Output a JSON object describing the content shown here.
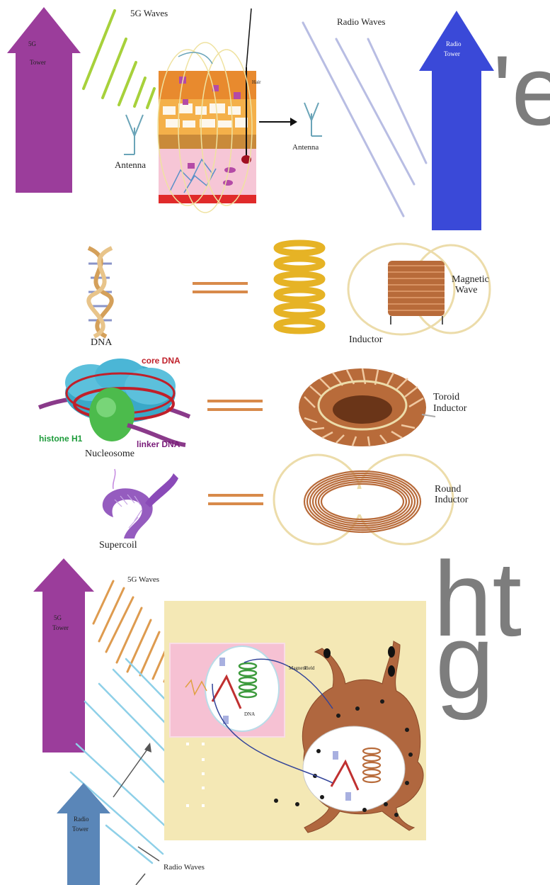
{
  "top": {
    "tower_5g": [
      "5G",
      "Tower"
    ],
    "waves_5g": "5G Waves",
    "antenna_left": "Antenna",
    "antenna_right": "Antenna",
    "radio_waves": "Radio Waves",
    "radio_tower": [
      "Radio",
      "Tower"
    ],
    "hair": "Hair"
  },
  "middle": {
    "dna": "DNA",
    "inductor": "Inductor",
    "magnetic_wave": [
      "Magnetic",
      "Wave"
    ],
    "core_dna": "core DNA",
    "histone": "histone H1",
    "linker_dna": "linker DNA",
    "nucleosome": "Nucleosome",
    "toroid": [
      "Toroid",
      "Inductor"
    ],
    "supercoil": "Supercoil",
    "round": [
      "Round",
      "Inductor"
    ]
  },
  "bottom": {
    "tower_5g": [
      "5G",
      "Tower"
    ],
    "waves_5g": "5G Waves",
    "radio_tower": [
      "Radio",
      "Tower"
    ],
    "radio_waves": "Radio Waves",
    "dna": "DNA",
    "magnetic_field": [
      "Magnetic",
      "Field"
    ]
  },
  "glyphs": {
    "e": "'e",
    "ht": "ht",
    "g": "g"
  },
  "colors": {
    "purple_arrow": "#9b3d9b",
    "blue_arrow": "#3a49d8",
    "steel_arrow": "#5a86b8",
    "green_wave": "#a7d13b",
    "lavender_wave": "#b8bde3",
    "orange_wave": "#de9b4f",
    "cyan_wave": "#8ed0e8",
    "copper": "#b86b3a",
    "gold_spring": "#e6b325",
    "ring": "#ecdcaa",
    "tan_panel": "#f4e8b5",
    "pink_panel": "#f6c1d3",
    "cell_brown": "#b0673f",
    "glyph_grey": "#7d7d7d"
  }
}
